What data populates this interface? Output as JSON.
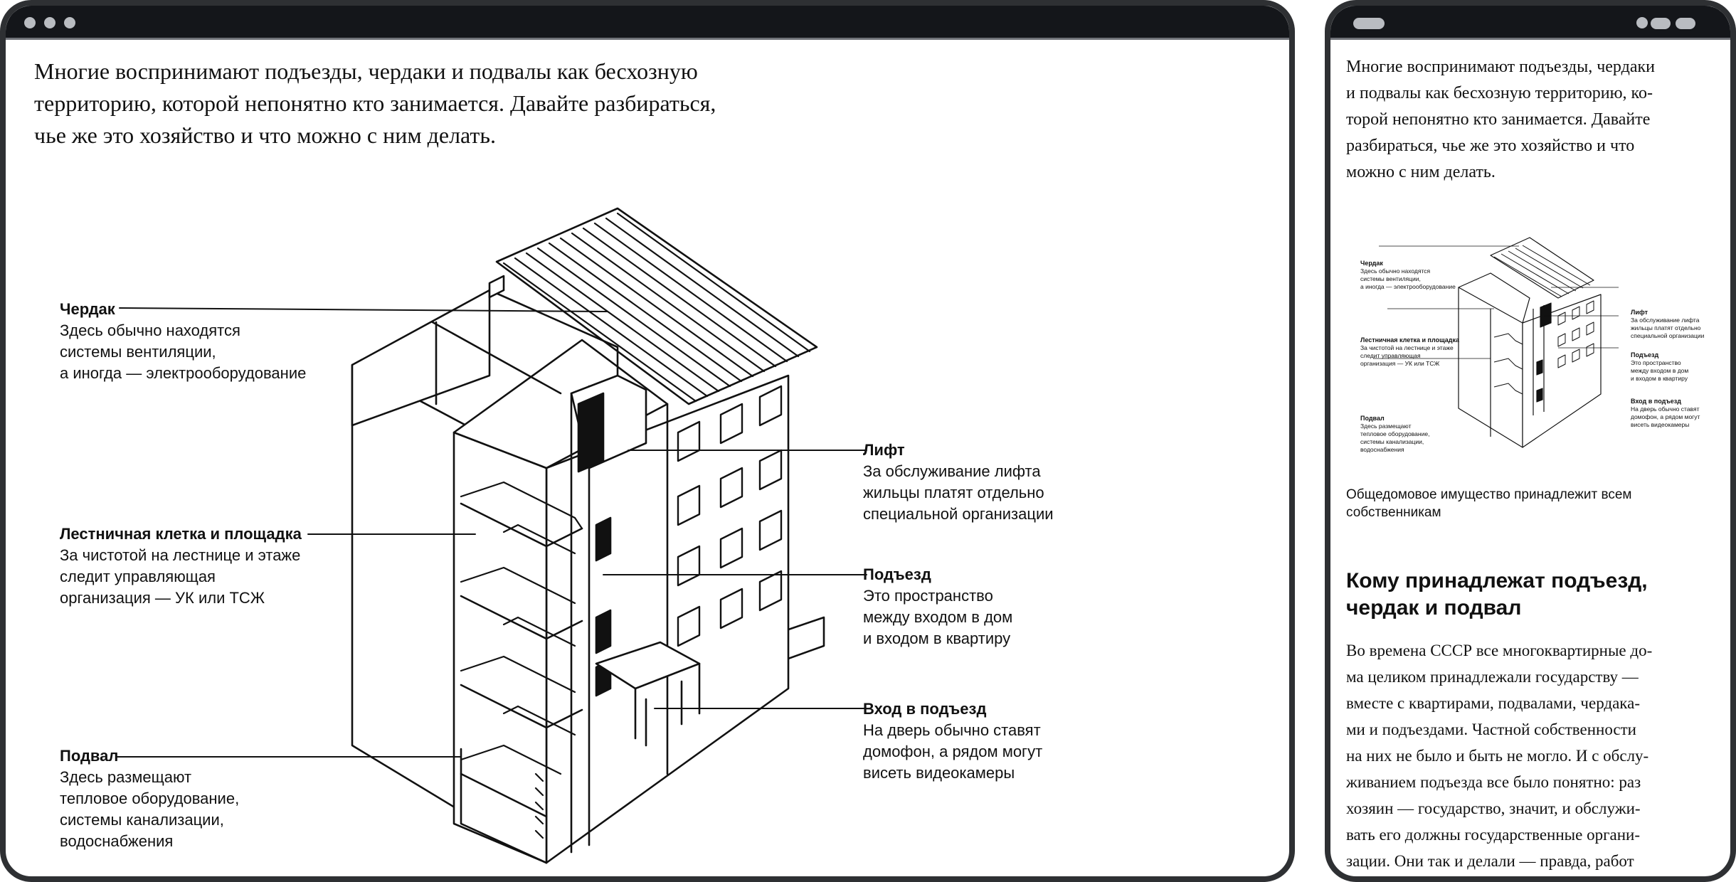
{
  "article": {
    "intro": "Многие воспринимают подъезды, чердаки и подвалы как бесхозную территорию, которой непонятно кто занимается. Давайте разбираться, чье же это хозяйство и что можно с ним делать.",
    "intro_desktop_lines": [
      "Многие воспринимают подъезды, чердаки и подвалы как бесхозную",
      "территорию, которой непонятно кто занимается. Давайте разбираться,",
      "чье же это хозяйство и что можно с ним делать."
    ],
    "intro_mobile_lines": [
      "Многие воспринимают подъезды, чердаки",
      "и подвалы как бесхозную территорию, ко-",
      "торой непонятно кто занимается. Давайте",
      "разбираться, чье же это хозяйство и что",
      "можно с ним делать."
    ],
    "caption_lines": [
      "Общедомовое имущество принадлежит всем",
      "собственникам"
    ],
    "heading_lines": [
      "Кому принадлежат подъезд,",
      "чердак и подвал"
    ],
    "body_lines": [
      "Во времена СССР все многоквартирные до-",
      "ма целиком принадлежали государству —",
      "вместе с квартирами, подвалами, чердака-",
      "ми и подъездами. Частной собственности",
      "на них не было и быть не могло. И с обслу-",
      "живанием подъезда все было понятно: раз",
      "хозяин — государство, значит, и обслужи-",
      "вать его должны государственные органи-",
      "зации. Они так и делали — правда, работ"
    ]
  },
  "labels": {
    "attic": {
      "title": "Чердак",
      "desc": "Здесь обычно находятся\nсистемы вентиляции,\nа иногда — электрооборудование"
    },
    "stairs": {
      "title": "Лестничная клетка и площадка",
      "desc": "За чистотой на лестнице и этаже\nследит управляющая\nорганизация — УК или ТСЖ"
    },
    "basement": {
      "title": "Подвал",
      "desc": "Здесь размещают\nтепловое оборудование,\nсистемы канализации,\nводоснабжения"
    },
    "lift": {
      "title": "Лифт",
      "desc": "За обслуживание лифта\nжильцы платят отдельно\nспециальной организации"
    },
    "entrance_hall": {
      "title": "Подъезд",
      "desc": "Это пространство\nмежду входом в дом\nи входом в квартиру"
    },
    "entrance": {
      "title": "Вход в подъезд",
      "desc": "На дверь обычно ставят\nдомофон, а рядом могут\nвисеть видеокамеры"
    }
  },
  "colors": {
    "frame": "#2e3033",
    "titlebar": "#14161a",
    "control": "#b9bcc1",
    "ink": "#111111"
  }
}
